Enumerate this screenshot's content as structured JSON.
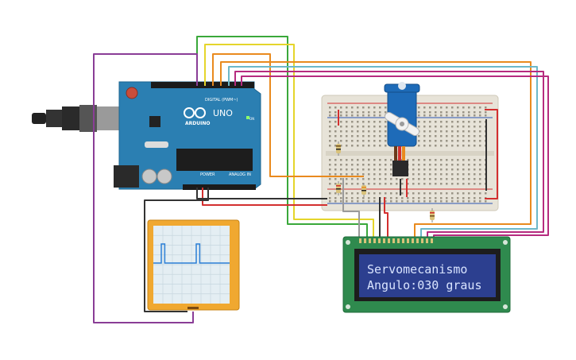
{
  "arduino": {
    "brand": "ARDUINO",
    "model": "UNO",
    "digital_label": "DIGITAL (PWM~)",
    "power_label": "POWER",
    "analog_label": "ANALOG IN",
    "on_label": "ON"
  },
  "lcd": {
    "line1": "Servomecanismo",
    "line2": "Angulo:030 graus"
  },
  "oscilloscope": {
    "pulse_duty": 0.1
  },
  "colors": {
    "board_blue": "#2b7fb2",
    "breadboard": "#e7e3d8",
    "lcd_pcb": "#2f8a4e",
    "lcd_screen": "#2c3f8f",
    "lcd_text": "#d9e4ff",
    "scope_frame": "#f0a830",
    "scope_screen": "#e4eef3",
    "servo_blue": "#1e6bb8",
    "wire_green": "#3aa83a",
    "wire_yellow": "#e5d52b",
    "wire_orange": "#e98a1e",
    "wire_purple": "#8a3d96",
    "wire_magenta": "#b62b7f",
    "wire_teal": "#6cb8c9",
    "wire_red": "#d32f2f",
    "wire_black": "#333333"
  }
}
